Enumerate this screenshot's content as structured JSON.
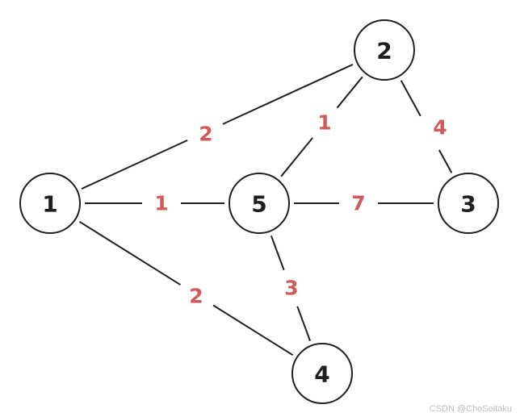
{
  "graph": {
    "weight_color": "#d05a5a",
    "nodes": [
      {
        "id": "n1",
        "label": "1"
      },
      {
        "id": "n2",
        "label": "2"
      },
      {
        "id": "n3",
        "label": "3"
      },
      {
        "id": "n4",
        "label": "4"
      },
      {
        "id": "n5",
        "label": "5"
      }
    ],
    "edges": [
      {
        "from": "n1",
        "to": "n2",
        "weight": "2"
      },
      {
        "from": "n1",
        "to": "n5",
        "weight": "1"
      },
      {
        "from": "n1",
        "to": "n4",
        "weight": "2"
      },
      {
        "from": "n2",
        "to": "n5",
        "weight": "1"
      },
      {
        "from": "n2",
        "to": "n3",
        "weight": "4"
      },
      {
        "from": "n5",
        "to": "n3",
        "weight": "7"
      },
      {
        "from": "n5",
        "to": "n4",
        "weight": "3"
      }
    ]
  },
  "watermark": "CSDN @ChoSeitaku"
}
